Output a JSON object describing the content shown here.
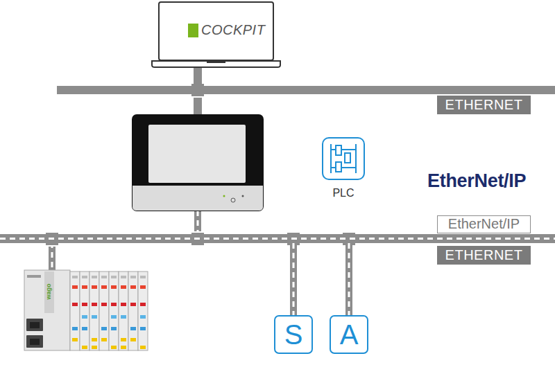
{
  "diagram": {
    "nodes": [
      {
        "text": [
          "COCKPIT"
        ]
      },
      {
        "text": [
          "ETHERNET"
        ]
      },
      {
        "text": [
          "PLC"
        ]
      },
      {
        "text": [
          "EtherNet/IP",
          "ETHERNET"
        ]
      },
      {
        "text": [
          "S"
        ]
      },
      {
        "text": [
          "A"
        ]
      }
    ],
    "edges": [
      {
        "from": 0,
        "to": 1,
        "arrow": "none"
      },
      {
        "from": 3,
        "to": 4,
        "arrow": "none"
      },
      {
        "from": 3,
        "to": 5,
        "arrow": "none"
      }
    ],
    "labels": [
      "EtherNet/IP",
      "wago"
    ]
  }
}
